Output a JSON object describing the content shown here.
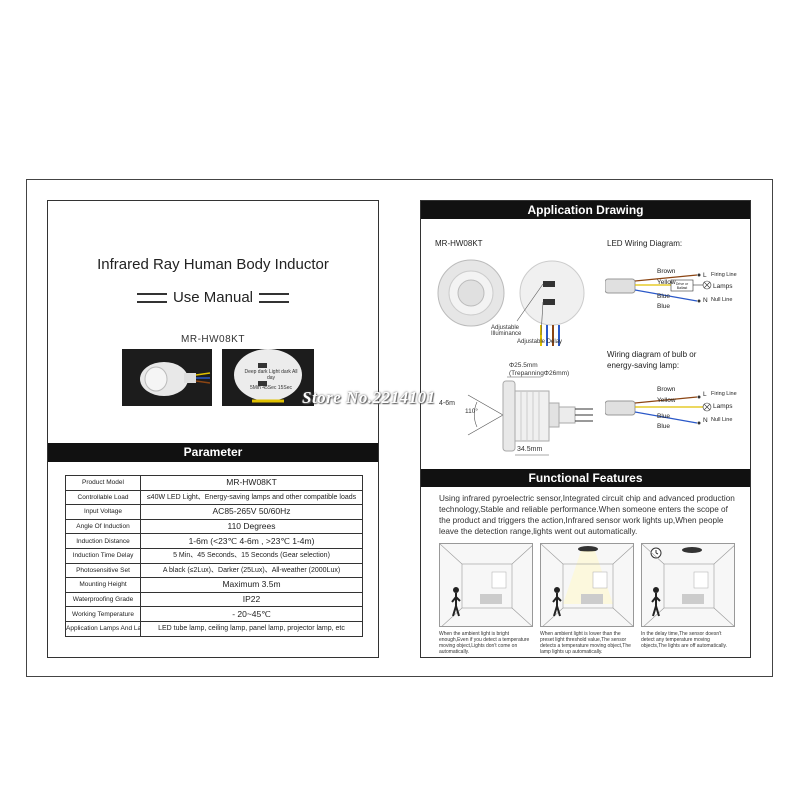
{
  "left_page": {
    "title": "Infrared Ray Human Body Inductor",
    "subtitle": "Use Manual",
    "model": "MR-HW08KT",
    "label_text": "Deep dark Light dark All day",
    "label_sub": "5Min 45Sec 15Sec",
    "parameter_header": "Parameter",
    "parameters": [
      {
        "key": "Product Model",
        "value": "MR-HW08KT"
      },
      {
        "key": "Controllable Load",
        "value": "≤40W LED Light、Energy-saving lamps and other compatible loads"
      },
      {
        "key": "Input Voltage",
        "value": "AC85-265V 50/60Hz"
      },
      {
        "key": "Angle Of Induction",
        "value": "110 Degrees"
      },
      {
        "key": "Induction Distance",
        "value": "1-6m (<23℃  4-6m , >23℃  1-4m)"
      },
      {
        "key": "Induction Time Delay",
        "value": "5 Min、45 Seconds、15 Seconds  (Gear selection)"
      },
      {
        "key": "Photosensitive Set",
        "value": "A black (≤2Lux)、Darker (25Lux)、All-weather (2000Lux)"
      },
      {
        "key": "Mounting Height",
        "value": "Maximum 3.5m"
      },
      {
        "key": "Waterproofing Grade",
        "value": "IP22"
      },
      {
        "key": "Working Temperature",
        "value": "- 20~45℃"
      },
      {
        "key": "Application Lamps And Lanterns",
        "value": "LED tube lamp, ceiling lamp, panel lamp, projector lamp, etc"
      }
    ]
  },
  "right_page": {
    "application_header": "Application Drawing",
    "model": "MR-HW08KT",
    "adj_illuminance": "Adjustable\nIlluminance",
    "adj_delay": "Adjustable Delay",
    "dim_25": "Φ25.5mm",
    "dim_trepanning": "(TrepanningΦ26mm)",
    "dim_range": "4-6m",
    "dim_angle": "110°",
    "dim_width": "34.5mm",
    "led_wiring_title": "LED Wiring Diagram:",
    "bulb_wiring_title": "Wiring diagram of bulb or\nenergy-saving lamp:",
    "wire_brown": "Brown",
    "wire_yellow": "Yellow",
    "wire_blue1": "Blue",
    "wire_blue2": "Blue",
    "firing_line": "Firing Line",
    "lamps": "Lamps",
    "null_line": "Null Line",
    "L": "L",
    "N": "N",
    "driver_box": "Drive or Ballast",
    "features_header": "Functional Features",
    "features_text": "Using infrared pyroelectric sensor,Integrated circuit chip and advanced production technology,Stable and reliable performance.When someone enters the scope of the product and triggers the action,Infrared sensor work lights up,When people leave the detection range,lights went out automatically.",
    "scene_captions": [
      "When the ambient light is bright enough,Even if you detect a temperature moving object,Lights don't come on automatically.",
      "When ambient light is lower than the preset light threshold value,The sensor detects a temperature moving object,The lamp lights up automatically.",
      "In the delay time,The sensor doesn't detect any temperature moving objects,The lights are off automatically."
    ]
  },
  "watermark": "Store No.2214101",
  "colors": {
    "bar": "#111111",
    "frame": "#444444",
    "wire_brown": "#8b4513",
    "wire_yellow": "#e0c000",
    "wire_blue": "#2a58c8"
  }
}
